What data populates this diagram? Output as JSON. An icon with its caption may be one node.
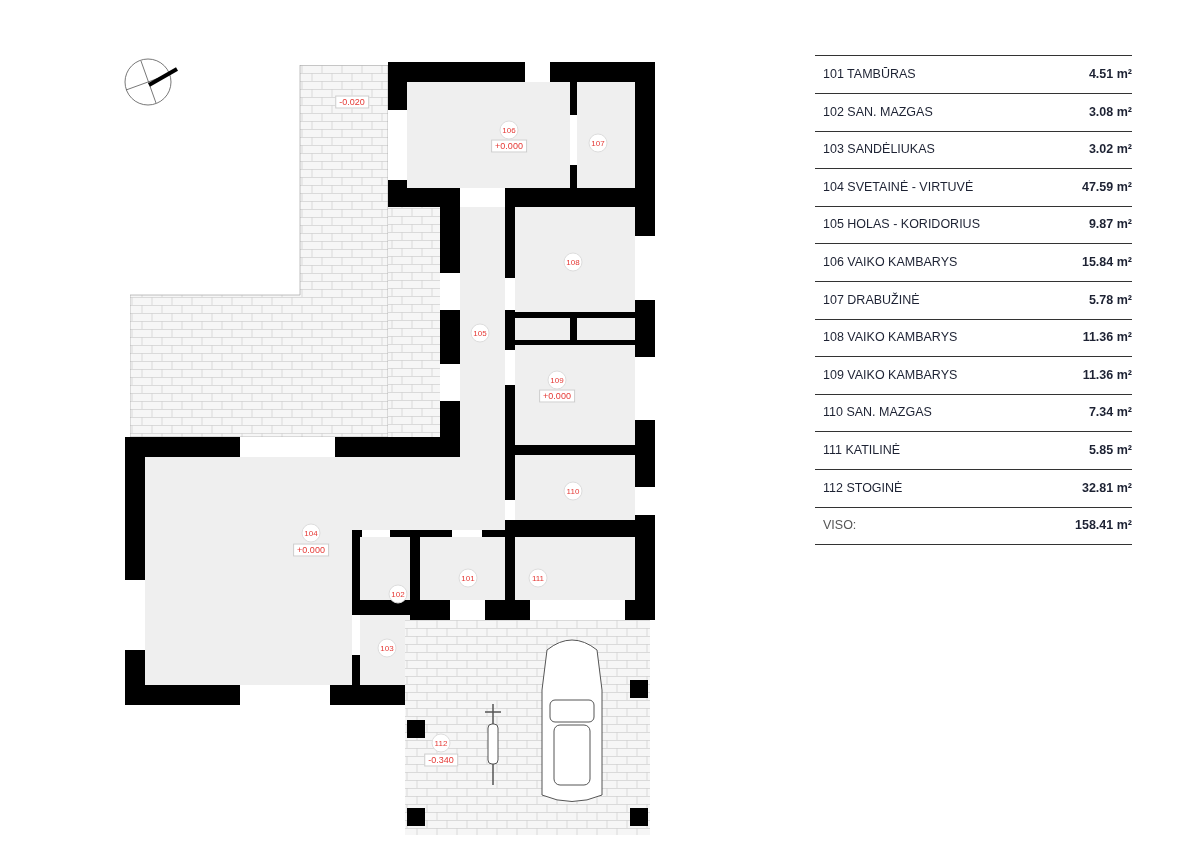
{
  "diagram": {
    "nodes": [
      {
        "text": [
          "-0.020"
        ]
      },
      {
        "text": [
          "106",
          "+0.000"
        ]
      },
      {
        "text": [
          "107"
        ]
      },
      {
        "text": [
          "105"
        ]
      },
      {
        "text": [
          "108"
        ]
      },
      {
        "text": [
          "109",
          "+0.000"
        ]
      },
      {
        "text": [
          "104",
          "+0.000"
        ]
      },
      {
        "text": [
          "110"
        ]
      },
      {
        "text": [
          "111"
        ]
      },
      {
        "text": [
          "101"
        ]
      },
      {
        "text": [
          "102"
        ]
      },
      {
        "text": [
          "103"
        ]
      },
      {
        "text": [
          "112",
          "-0.340"
        ]
      }
    ],
    "labels": [
      "101 TAMBŪRAS",
      "4.51 m²",
      "102 SAN. MAZGAS",
      "3.08 m²",
      "103 SANDĖLIUKAS",
      "3.02 m²",
      "104 SVETAINĖ - VIRTUVĖ",
      "47.59 m²",
      "105 HOLAS - KORIDORIUS",
      "9.87 m²",
      "106 VAIKO KAMBARYS",
      "15.84 m²",
      "107 DRABUŽINĖ",
      "5.78 m²",
      "108 VAIKO KAMBARYS",
      "11.36 m²",
      "109 VAIKO KAMBARYS",
      "11.36 m²",
      "110 SAN. MAZGAS",
      "7.34 m²",
      "111 KATILINĖ",
      "5.85 m²",
      "112 STOGINĖ",
      "32.81 m²",
      "VISO:",
      "158.41 m²"
    ]
  }
}
